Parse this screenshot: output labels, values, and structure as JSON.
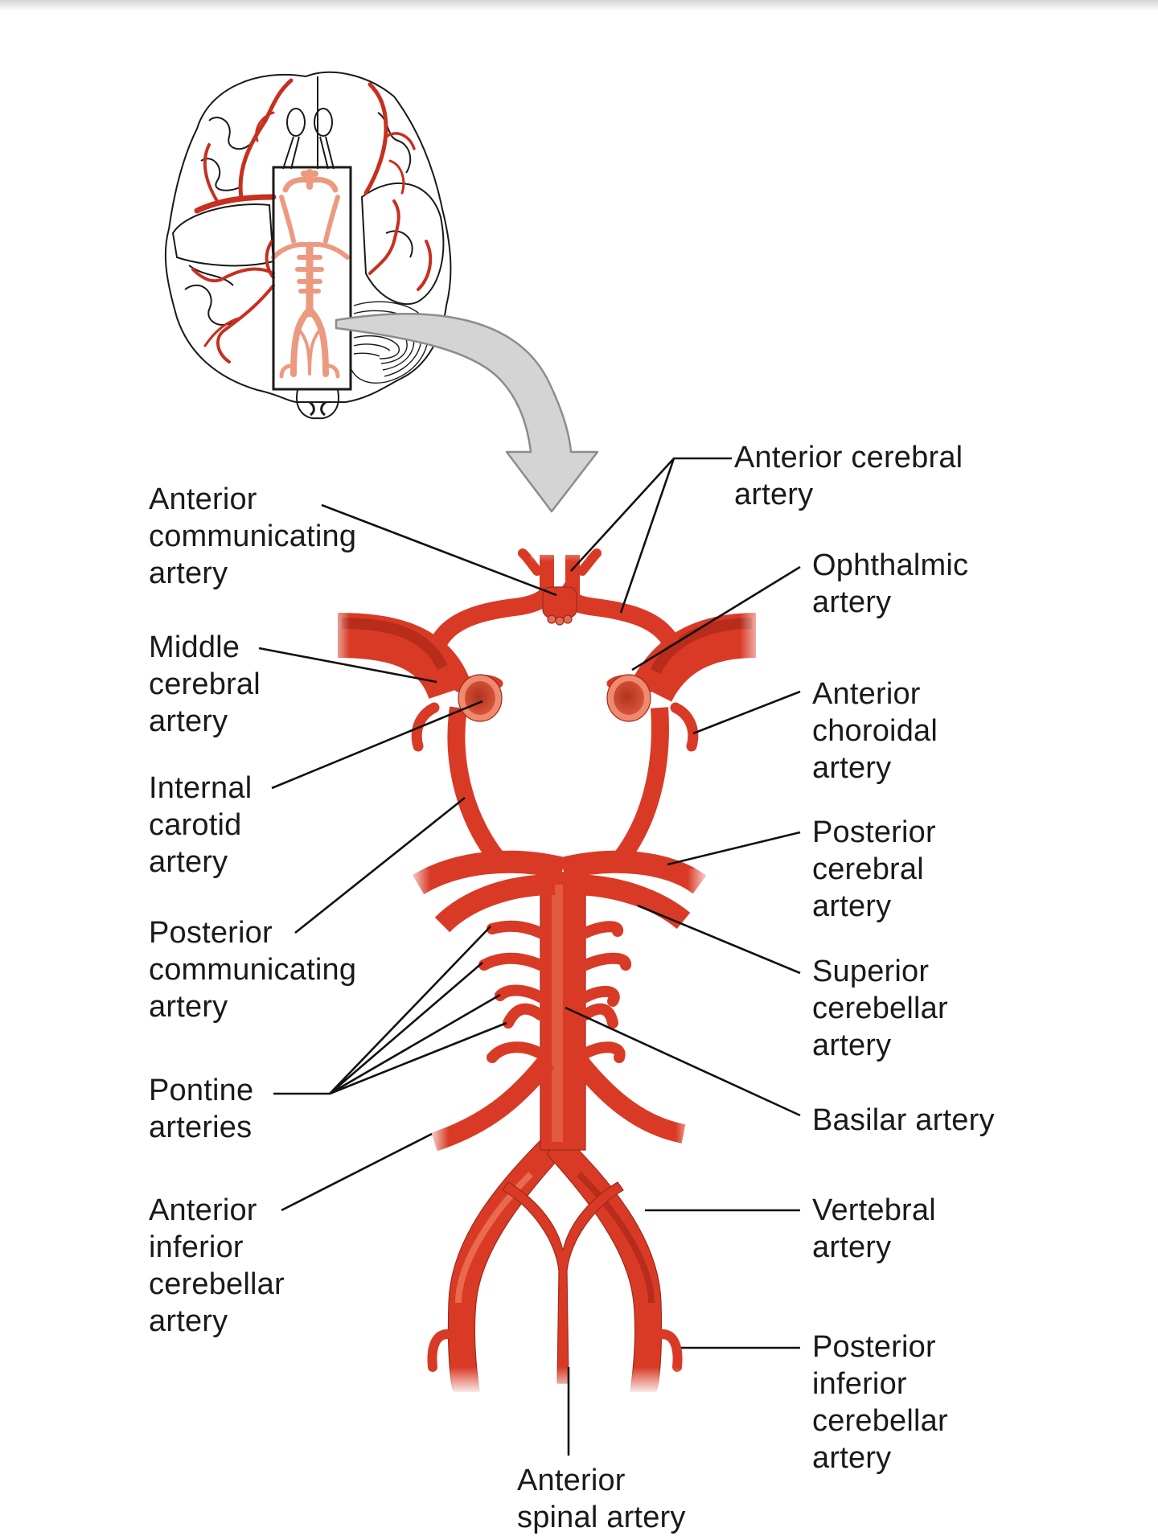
{
  "figure": {
    "title": "Arteries of the brain (inferior view)",
    "colors": {
      "artery": "#d93a26",
      "artery_dark": "#b72c1b",
      "artery_light": "#ea6a50",
      "inset_artery": "#eb9a80",
      "brain_artery": "#c7301f",
      "arrow_fill": "#d4d4d4",
      "arrow_stroke": "#8c8c8c",
      "leader": "#111111"
    }
  },
  "labels": {
    "anterior_communicating": [
      "Anterior",
      "communicating",
      "artery"
    ],
    "middle_cerebral": [
      "Middle",
      "cerebral",
      "artery"
    ],
    "internal_carotid": [
      "Internal",
      "carotid",
      "artery"
    ],
    "posterior_communicating": [
      "Posterior",
      "communicating",
      "artery"
    ],
    "pontine": [
      "Pontine",
      "arteries"
    ],
    "anterior_inferior_cerebellar": [
      "Anterior",
      "inferior",
      "cerebellar",
      "artery"
    ],
    "anterior_cerebral": [
      "Anterior cerebral",
      "artery"
    ],
    "ophthalmic": [
      "Ophthalmic",
      "artery"
    ],
    "anterior_choroidal": [
      "Anterior",
      "choroidal",
      "artery"
    ],
    "posterior_cerebral": [
      "Posterior",
      "cerebral",
      "artery"
    ],
    "superior_cerebellar": [
      "Superior",
      "cerebellar",
      "artery"
    ],
    "basilar": [
      "Basilar artery"
    ],
    "vertebral": [
      "Vertebral",
      "artery"
    ],
    "posterior_inferior_cerebellar": [
      "Posterior",
      "inferior",
      "cerebellar",
      "artery"
    ],
    "anterior_spinal": [
      "Anterior",
      "spinal artery"
    ]
  }
}
